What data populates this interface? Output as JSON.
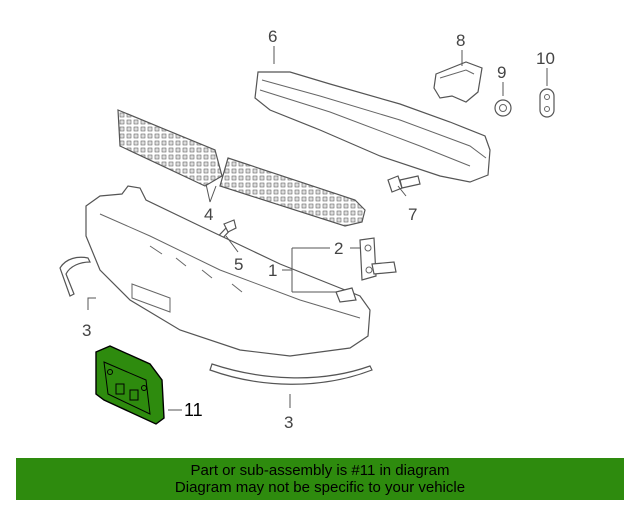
{
  "callouts": {
    "c1": "1",
    "c2": "2",
    "c3a": "3",
    "c3b": "3",
    "c4": "4",
    "c5": "5",
    "c6": "6",
    "c7": "7",
    "c8": "8",
    "c9": "9",
    "c10": "10",
    "c11": "11"
  },
  "highlight_color": "#2e8b0e",
  "footer": {
    "line1": "Part or sub-assembly is #11 in diagram",
    "line2": "Diagram may not be specific to your vehicle"
  }
}
